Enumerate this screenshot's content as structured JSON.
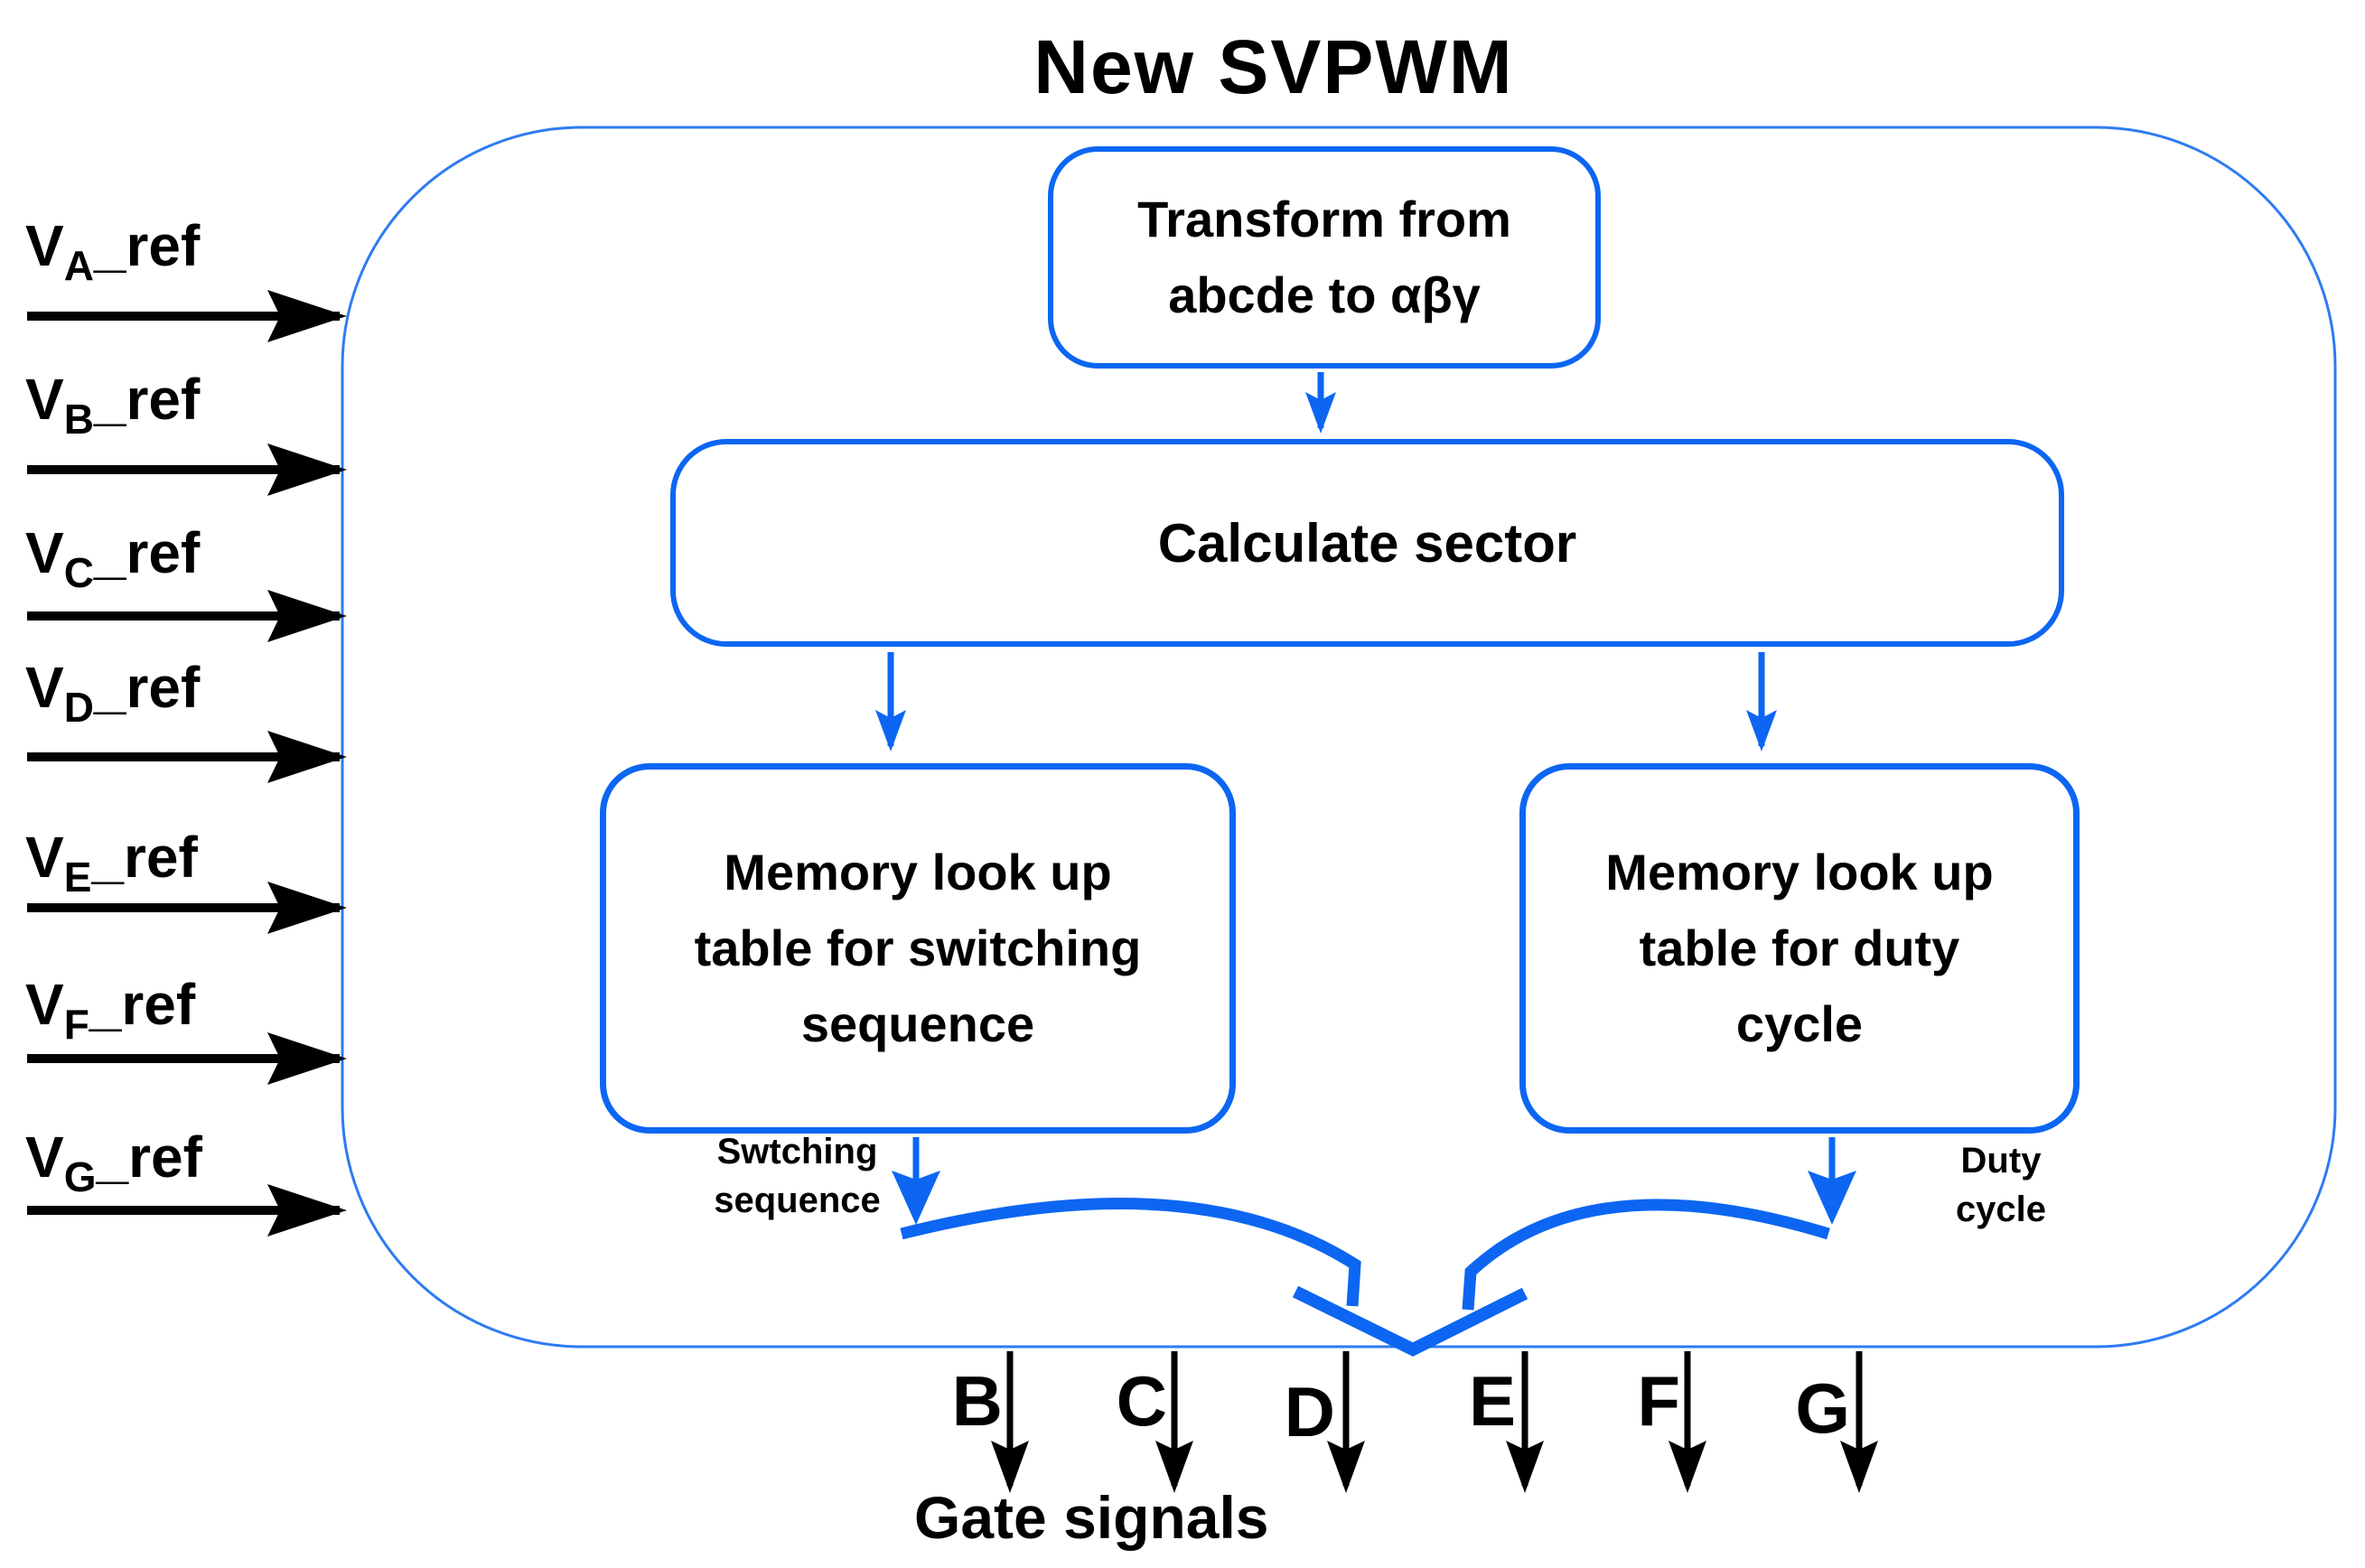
{
  "title": "New SVPWM",
  "blocks": {
    "transform": "Transform from\nabcde to αβγ",
    "calculate_sector": "Calculate sector",
    "memory_switching": "Memory look up\ntable  for switching\nsequence",
    "memory_duty": "Memory look up\ntable for duty\ncycle"
  },
  "edge_labels": {
    "switching_sequence": "Swtching\nsequence",
    "duty_cycle": "Duty\ncycle"
  },
  "inputs": [
    {
      "prefix": "V",
      "sub": "A",
      "suffix": "_ref"
    },
    {
      "prefix": "V",
      "sub": "B",
      "suffix": "_ref"
    },
    {
      "prefix": "V",
      "sub": "C",
      "suffix": "_ref"
    },
    {
      "prefix": "V",
      "sub": "D",
      "suffix": "_ref"
    },
    {
      "prefix": "V",
      "sub": "E",
      "suffix": "_ref"
    },
    {
      "prefix": "V",
      "sub": "F",
      "suffix": "_ref"
    },
    {
      "prefix": "V",
      "sub": "G",
      "suffix": "_ref"
    }
  ],
  "outputs": [
    "B",
    "C",
    "D",
    "E",
    "F",
    "G"
  ],
  "outputs_caption": "Gate signals",
  "colors": {
    "line_blue": "#0c66f2",
    "outline_blue": "#2e7bf2",
    "text_black": "#000000",
    "background": "#ffffff"
  }
}
